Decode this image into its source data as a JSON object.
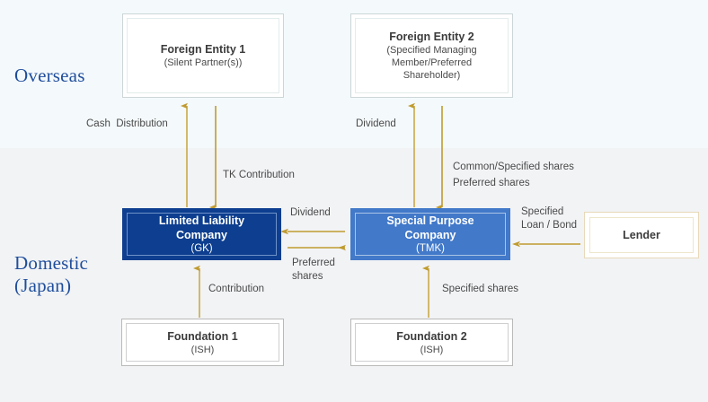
{
  "regions": [
    {
      "id": "overseas",
      "label": "Overseas"
    },
    {
      "id": "domestic",
      "label": "Domestic\n(Japan)"
    }
  ],
  "nodes": {
    "foreign_entity_1": {
      "title": "Foreign Entity 1",
      "sub": "(Silent Partner(s))"
    },
    "foreign_entity_2": {
      "title": "Foreign Entity 2",
      "sub": "(Specified Managing\nMember/Preferred\nShareholder)"
    },
    "gk": {
      "title": "Limited Liability Company",
      "sub": "(GK)"
    },
    "tmk": {
      "title": "Special Purpose Company",
      "sub": "(TMK)"
    },
    "lender": {
      "title": "Lender",
      "sub": ""
    },
    "foundation_1": {
      "title": "Foundation 1",
      "sub": "(ISH)"
    },
    "foundation_2": {
      "title": "Foundation 2",
      "sub": "(ISH)"
    }
  },
  "flows": {
    "cash_distribution": "Cash  Distribution",
    "tk_contribution": "TK Contribution",
    "dividend_fe2": "Dividend",
    "common_specified": "Common/Specified shares",
    "preferred_shares_fe2": "Preferred shares",
    "dividend_gk": "Dividend",
    "preferred_shares_gk": "Preferred\nshares",
    "specified_loan_bond": "Specified\nLoan / Bond",
    "contribution": "Contribution",
    "specified_shares": "Specified shares"
  },
  "colors": {
    "band_overseas": "#f4f9fb",
    "band_domestic": "#f2f3f5",
    "region_text": "#1f4e9c",
    "navy_box": "#0d3e8f",
    "blue_box": "#4279c9",
    "arrow": "#bf9b30",
    "lender_border": "#e7d9b9"
  }
}
